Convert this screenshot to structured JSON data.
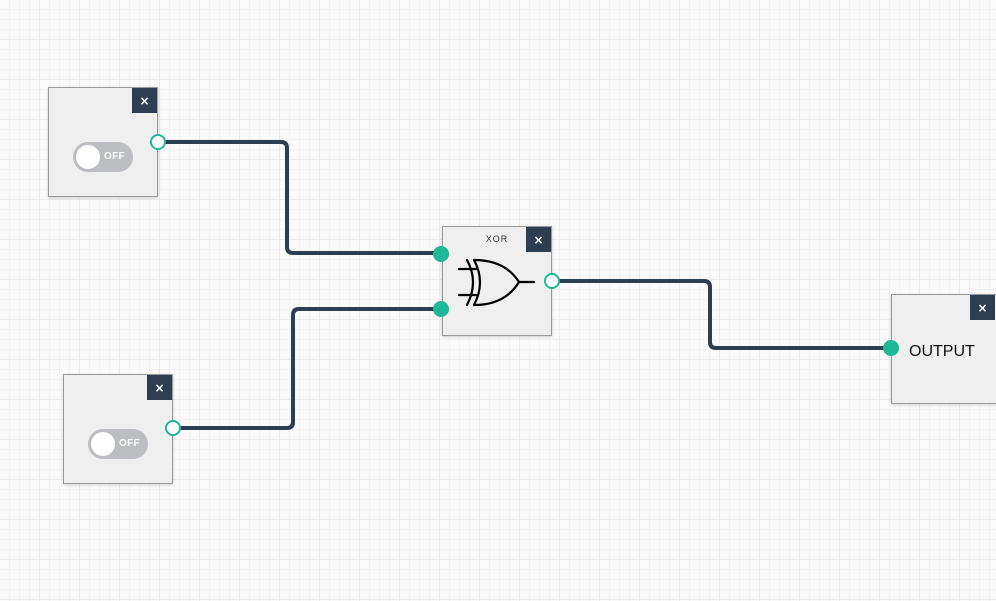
{
  "canvas": {
    "wire_color": "#2d3e50",
    "port_color": "#1fb896"
  },
  "inputs": [
    {
      "name": "input-switch-1",
      "state_label": "OFF",
      "state": false
    },
    {
      "name": "input-switch-2",
      "state_label": "OFF",
      "state": false
    }
  ],
  "gate": {
    "type_label": "XOR",
    "symbol_icon": "xor-gate-icon"
  },
  "output": {
    "label": "OUTPUT"
  },
  "close_button": {
    "glyph": "×",
    "icon": "close-icon"
  }
}
